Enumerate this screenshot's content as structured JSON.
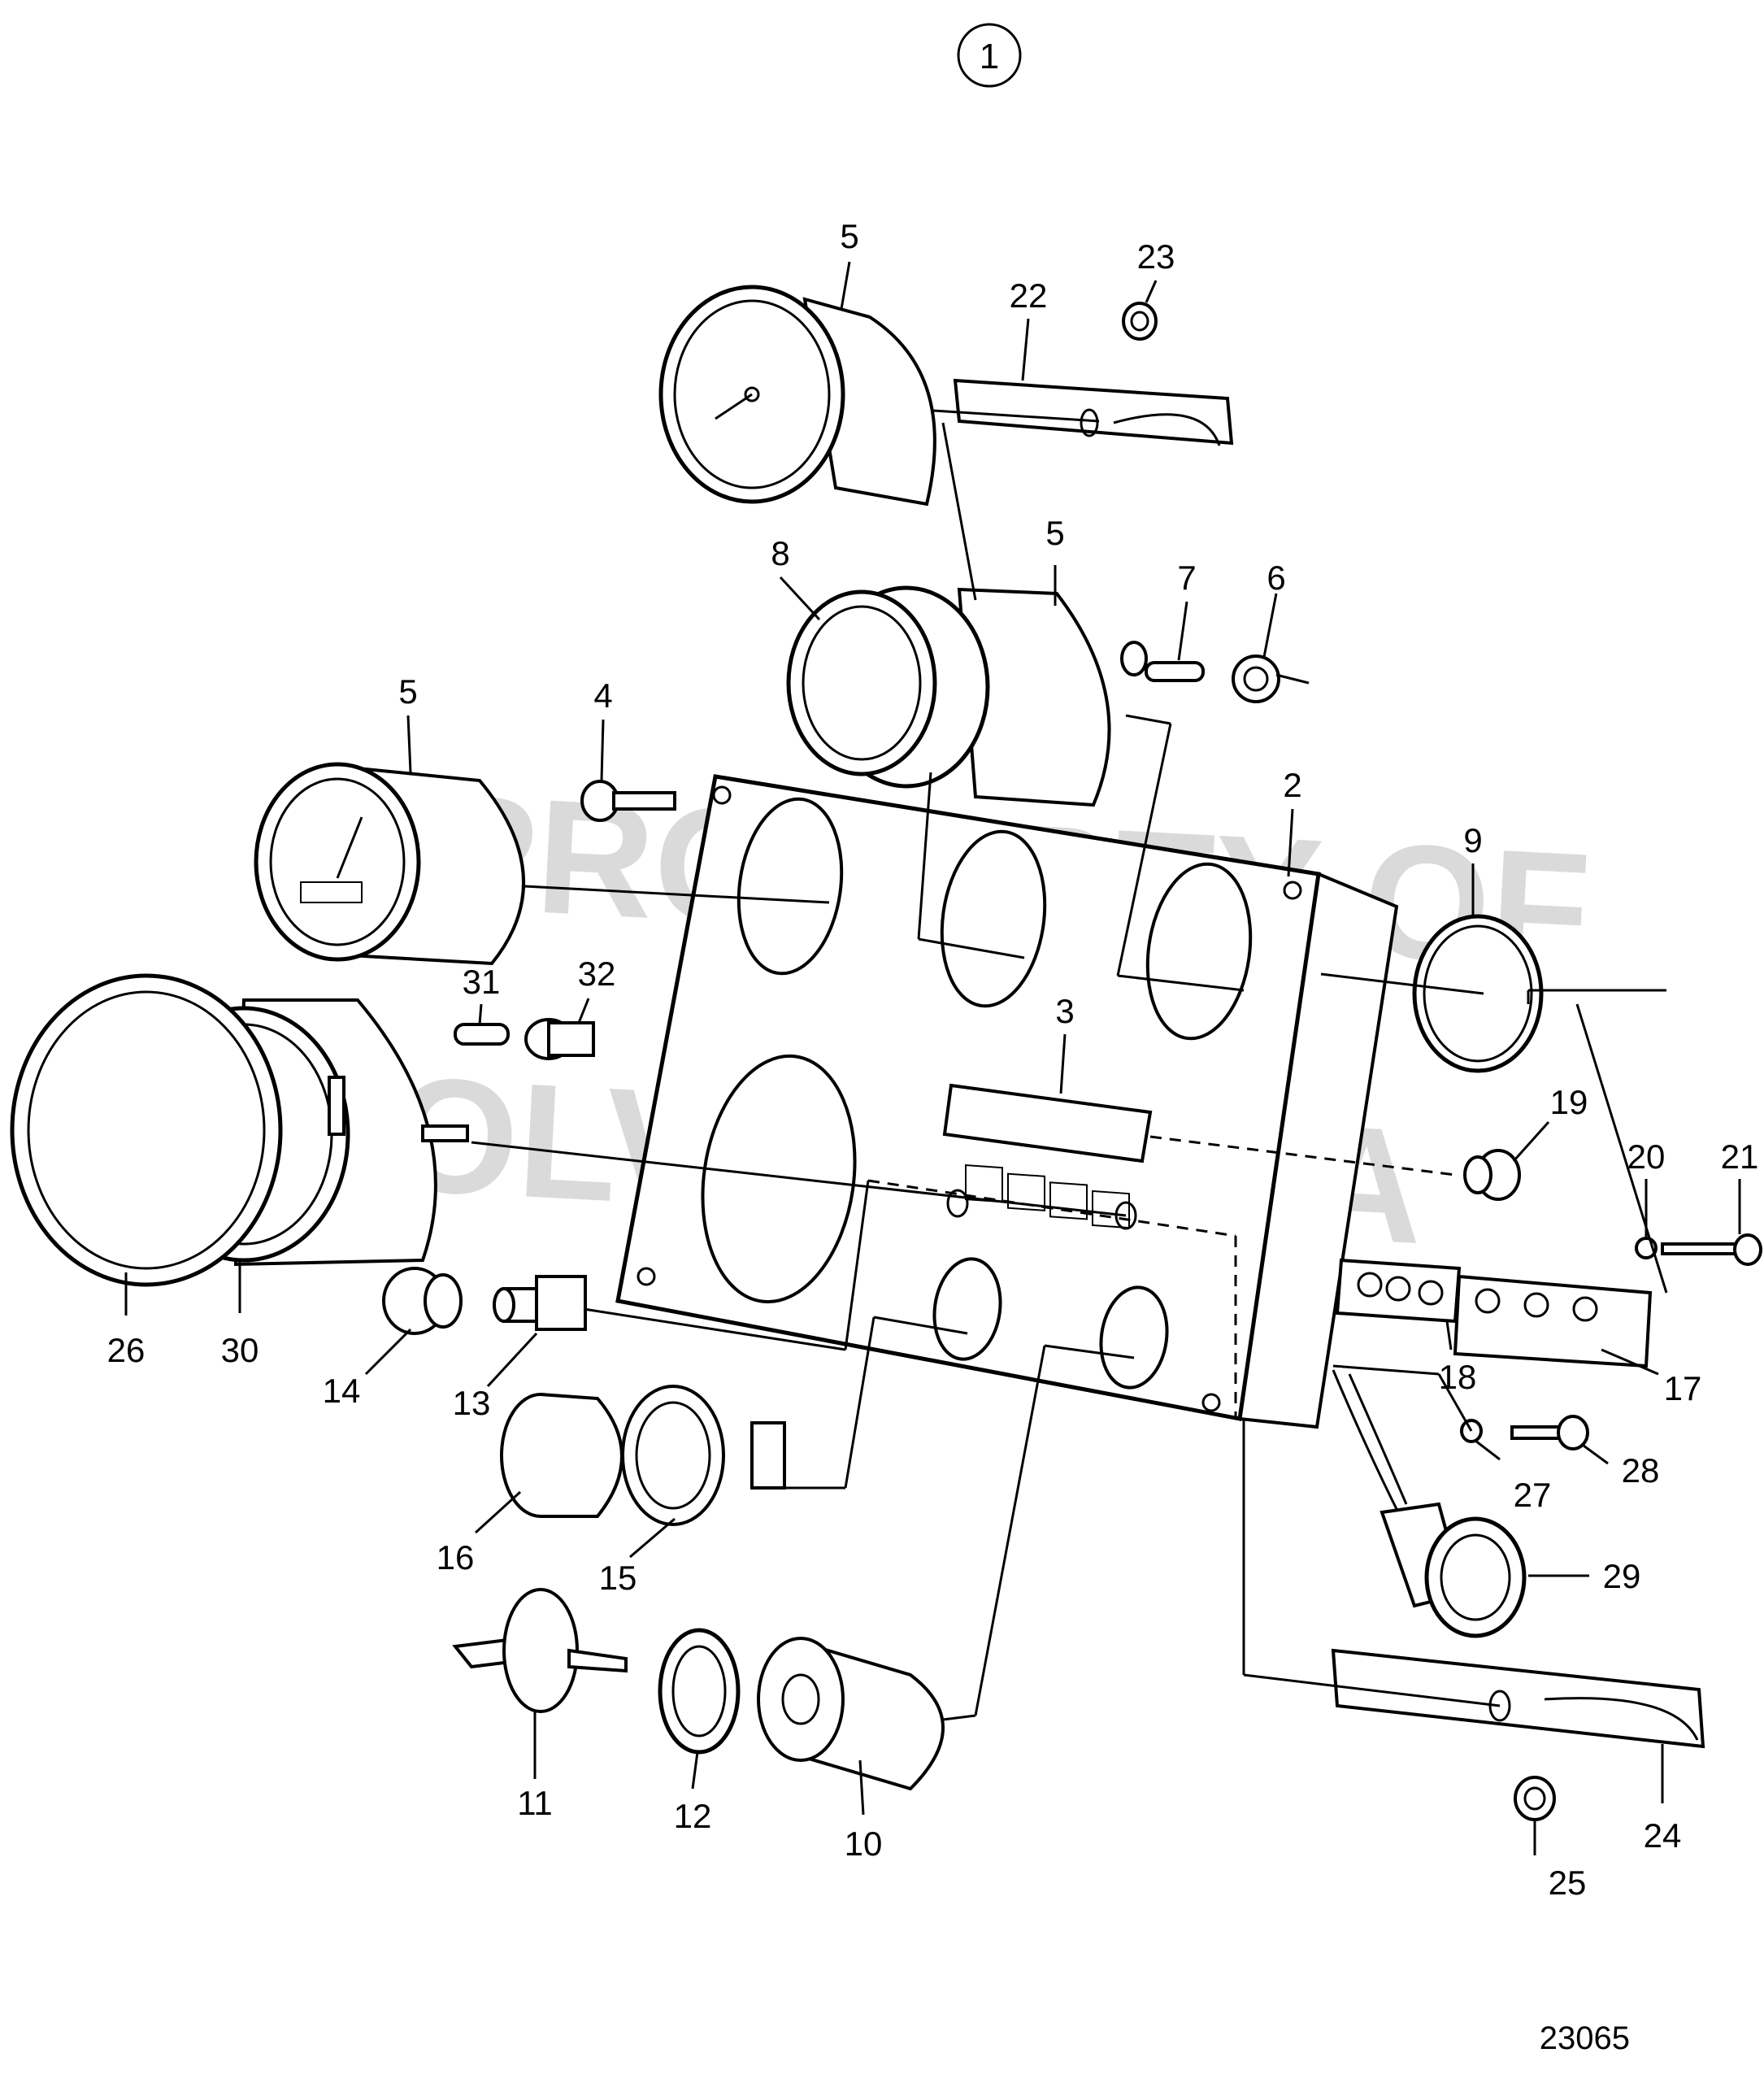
{
  "diagram_number": "1",
  "reference_number": "23065",
  "watermark": {
    "line1": "PROPERTY OF",
    "line2": "VOLVO PENTA"
  },
  "callouts": [
    {
      "id": "c5a",
      "label": "5"
    },
    {
      "id": "c22",
      "label": "22"
    },
    {
      "id": "c23",
      "label": "23"
    },
    {
      "id": "c8",
      "label": "8"
    },
    {
      "id": "c5b",
      "label": "5"
    },
    {
      "id": "c7",
      "label": "7"
    },
    {
      "id": "c6",
      "label": "6"
    },
    {
      "id": "c5c",
      "label": "5"
    },
    {
      "id": "c4",
      "label": "4"
    },
    {
      "id": "c2",
      "label": "2"
    },
    {
      "id": "c9",
      "label": "9"
    },
    {
      "id": "c31",
      "label": "31"
    },
    {
      "id": "c32",
      "label": "32"
    },
    {
      "id": "c3",
      "label": "3"
    },
    {
      "id": "c19",
      "label": "19"
    },
    {
      "id": "c20",
      "label": "20"
    },
    {
      "id": "c21",
      "label": "21"
    },
    {
      "id": "c26",
      "label": "26"
    },
    {
      "id": "c30",
      "label": "30"
    },
    {
      "id": "c14",
      "label": "14"
    },
    {
      "id": "c13",
      "label": "13"
    },
    {
      "id": "c18",
      "label": "18"
    },
    {
      "id": "c17",
      "label": "17"
    },
    {
      "id": "c27",
      "label": "27"
    },
    {
      "id": "c28",
      "label": "28"
    },
    {
      "id": "c16",
      "label": "16"
    },
    {
      "id": "c15",
      "label": "15"
    },
    {
      "id": "c29",
      "label": "29"
    },
    {
      "id": "c11",
      "label": "11"
    },
    {
      "id": "c12",
      "label": "12"
    },
    {
      "id": "c10",
      "label": "10"
    },
    {
      "id": "c24",
      "label": "24"
    },
    {
      "id": "c25",
      "label": "25"
    }
  ]
}
